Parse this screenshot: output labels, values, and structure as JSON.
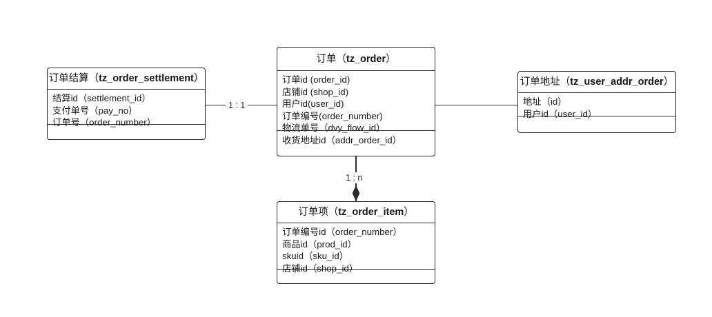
{
  "diagram": {
    "title": "Order ER Diagram",
    "background_color": "#ffffff",
    "line_color": "#2b2b2b",
    "text_color": "#1b1b1b"
  },
  "entities": {
    "settlement": {
      "name_cn": "订单结算",
      "name_en": "tz_order_settlement",
      "header_open": "（",
      "header_close": "）",
      "attributes": [
        "结算id（settlement_id）",
        "支付单号（pay_no）",
        "订单号（order_number）"
      ]
    },
    "order": {
      "name_cn": "订单",
      "name_en": "tz_order",
      "header_open": "（",
      "header_close": "）",
      "attributes": [
        "订单id (order_id)",
        "店铺id (shop_id)",
        "用户id(user_id)",
        "订单编号(order_number)",
        "物流单号（dvy_flow_id）",
        "收货地址id（addr_order_id）"
      ]
    },
    "address": {
      "name_cn": "订单地址",
      "name_en": "tz_user_addr_order",
      "header_open": "（",
      "header_close": "）",
      "attributes": [
        "地址（id）",
        "用户id（user_id）"
      ]
    },
    "order_item": {
      "name_cn": "订单项",
      "name_en": "tz_order_item",
      "header_open": "（",
      "header_close": "）",
      "attributes": [
        "订单编号id（order_number）",
        "商品id（prod_id）",
        "skuid（sku_id）",
        "店铺id（shop_id）"
      ]
    }
  },
  "relationships": {
    "settlement_order": {
      "label": "1 : 1"
    },
    "order_address": {
      "label": ""
    },
    "order_item": {
      "label": "1 : n"
    }
  }
}
